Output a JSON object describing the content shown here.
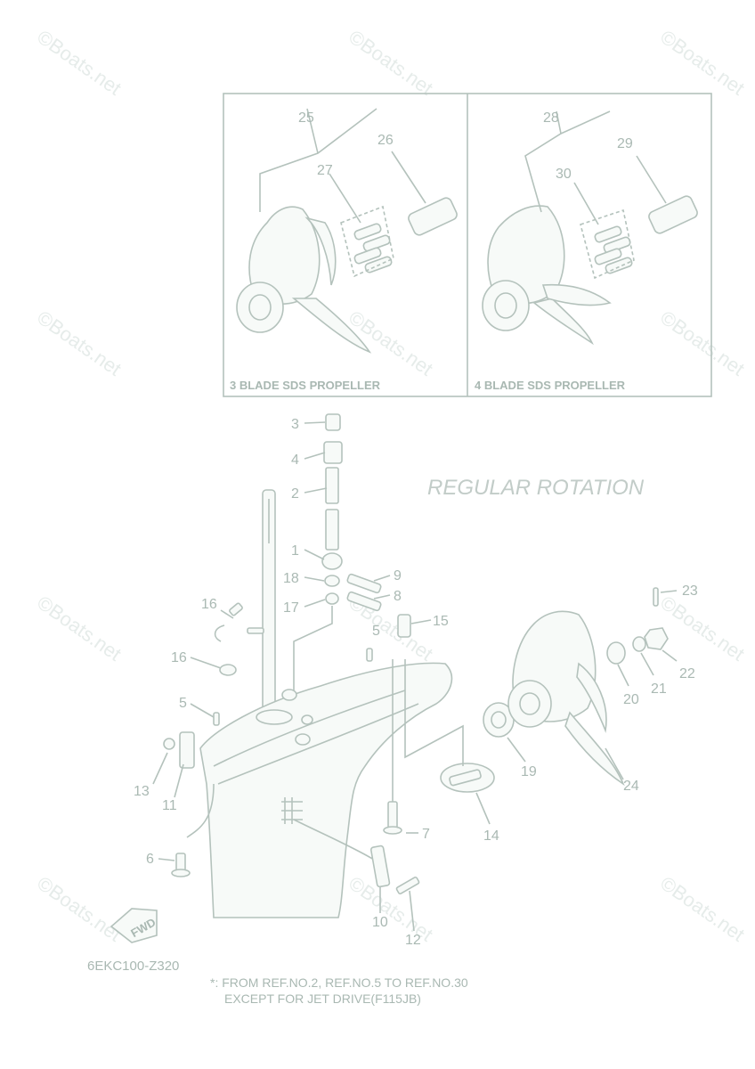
{
  "diagram": {
    "title": "REGULAR ROTATION",
    "part_code": "6EKC100-Z320",
    "note_line1": "*: FROM REF.NO.2, REF.NO.5 TO REF.NO.30",
    "note_line2": "EXCEPT FOR JET DRIVE(F115JB)",
    "inset_left_label": "3 BLADE SDS PROPELLER",
    "inset_right_label": "4 BLADE SDS PROPELLER",
    "fwd_label": "FWD",
    "watermark": "©Boats.net",
    "callouts": [
      {
        "id": "c3",
        "text": "3"
      },
      {
        "id": "c4",
        "text": "4"
      },
      {
        "id": "c2",
        "text": "2"
      },
      {
        "id": "c1",
        "text": "1"
      },
      {
        "id": "c18",
        "text": "18"
      },
      {
        "id": "c17",
        "text": "17"
      },
      {
        "id": "c9",
        "text": "9"
      },
      {
        "id": "c8",
        "text": "8"
      },
      {
        "id": "c15",
        "text": "15"
      },
      {
        "id": "c5a",
        "text": "5"
      },
      {
        "id": "c16a",
        "text": "16"
      },
      {
        "id": "c16b",
        "text": "16"
      },
      {
        "id": "c5b",
        "text": "5"
      },
      {
        "id": "c13",
        "text": "13"
      },
      {
        "id": "c11",
        "text": "11"
      },
      {
        "id": "c6",
        "text": "6"
      },
      {
        "id": "c7",
        "text": "7"
      },
      {
        "id": "c10",
        "text": "10"
      },
      {
        "id": "c12",
        "text": "12"
      },
      {
        "id": "c14",
        "text": "14"
      },
      {
        "id": "c19",
        "text": "19"
      },
      {
        "id": "c20",
        "text": "20"
      },
      {
        "id": "c21",
        "text": "21"
      },
      {
        "id": "c22",
        "text": "22"
      },
      {
        "id": "c23",
        "text": "23"
      },
      {
        "id": "c24",
        "text": "24"
      },
      {
        "id": "c25",
        "text": "25"
      },
      {
        "id": "c26",
        "text": "26"
      },
      {
        "id": "c27",
        "text": "27"
      },
      {
        "id": "c28",
        "text": "28"
      },
      {
        "id": "c29",
        "text": "29"
      },
      {
        "id": "c30",
        "text": "30"
      }
    ]
  }
}
